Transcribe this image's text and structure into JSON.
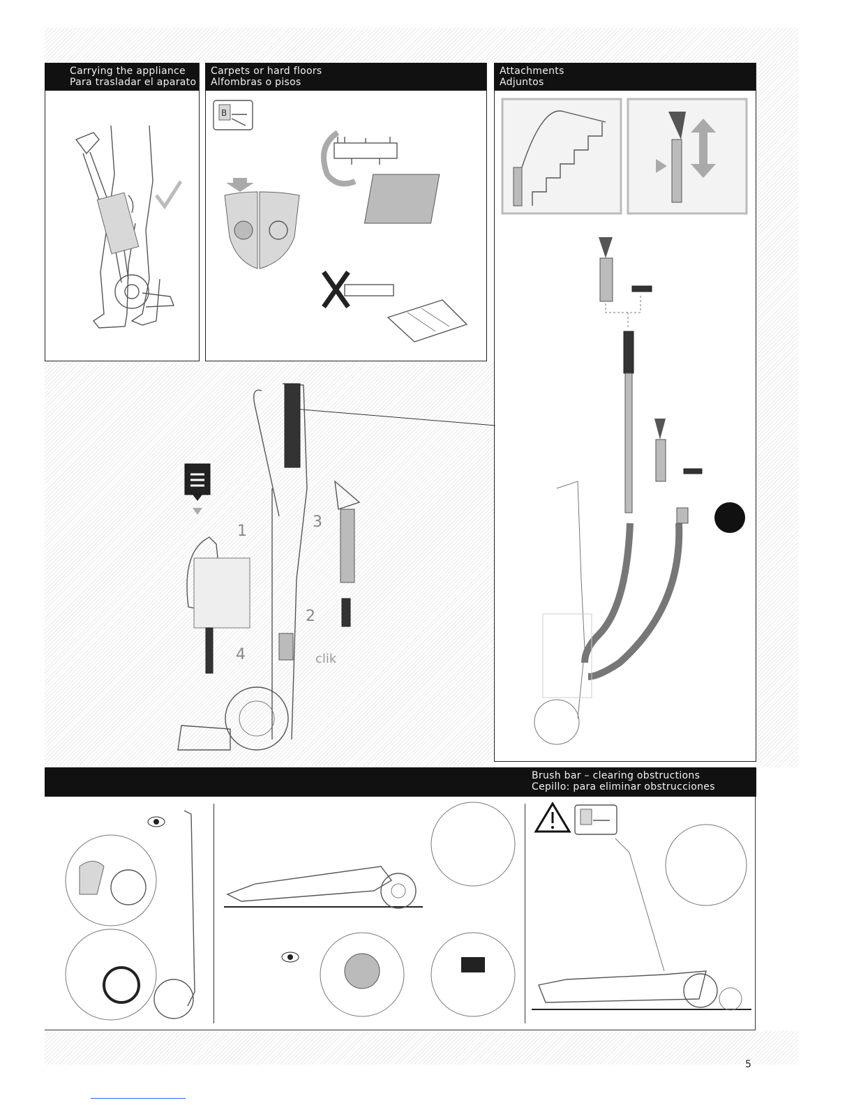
{
  "sections": {
    "carrying": {
      "title_en": "Carrying the appliance",
      "title_es": "Para trasladar el aparato"
    },
    "floors": {
      "title_en": "Carpets or hard floors",
      "title_es": "Alfombras o pisos"
    },
    "attachments": {
      "title_en": "Attachments",
      "title_es": "Adjuntos"
    },
    "brushbar": {
      "title_en": "Brush bar – clearing obstructions",
      "title_es": "Cepillo: para eliminar obstrucciones"
    }
  },
  "labels": {
    "clik": "clik",
    "step_1": "1",
    "step_2": "2",
    "step_3": "3",
    "step_4": "4",
    "plug_letter": "B"
  },
  "page_number": "5",
  "icons": [
    "checkmark-icon",
    "unplug-icon",
    "rotate-arrow-icon",
    "cross-icon",
    "down-arrow-icon",
    "eye-icon",
    "warning-icon",
    "updown-arrow-icon"
  ]
}
